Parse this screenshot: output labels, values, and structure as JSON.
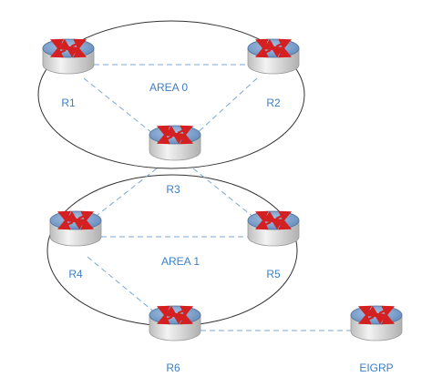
{
  "areas": [
    {
      "id": "area0",
      "label": "AREA 0"
    },
    {
      "id": "area1",
      "label": "AREA 1"
    }
  ],
  "routers": [
    {
      "id": "r1",
      "label": "R1"
    },
    {
      "id": "r2",
      "label": "R2"
    },
    {
      "id": "r3",
      "label": "R3"
    },
    {
      "id": "r4",
      "label": "R4"
    },
    {
      "id": "r5",
      "label": "R5"
    },
    {
      "id": "r6",
      "label": "R6"
    },
    {
      "id": "eigrp",
      "label": "EIGRP"
    }
  ],
  "links": [
    [
      "r1",
      "r2"
    ],
    [
      "r1",
      "r3"
    ],
    [
      "r2",
      "r3"
    ],
    [
      "r3",
      "r4"
    ],
    [
      "r3",
      "r5"
    ],
    [
      "r4",
      "r5"
    ],
    [
      "r4",
      "r6"
    ],
    [
      "r6",
      "eigrp"
    ]
  ],
  "colors": {
    "link": "#7aa7d6",
    "area_outline": "#333333",
    "router_top": "#7ea3cf",
    "router_body": "#e4e4e4",
    "arrow": "#d42020",
    "label": "#3d7fc4"
  }
}
